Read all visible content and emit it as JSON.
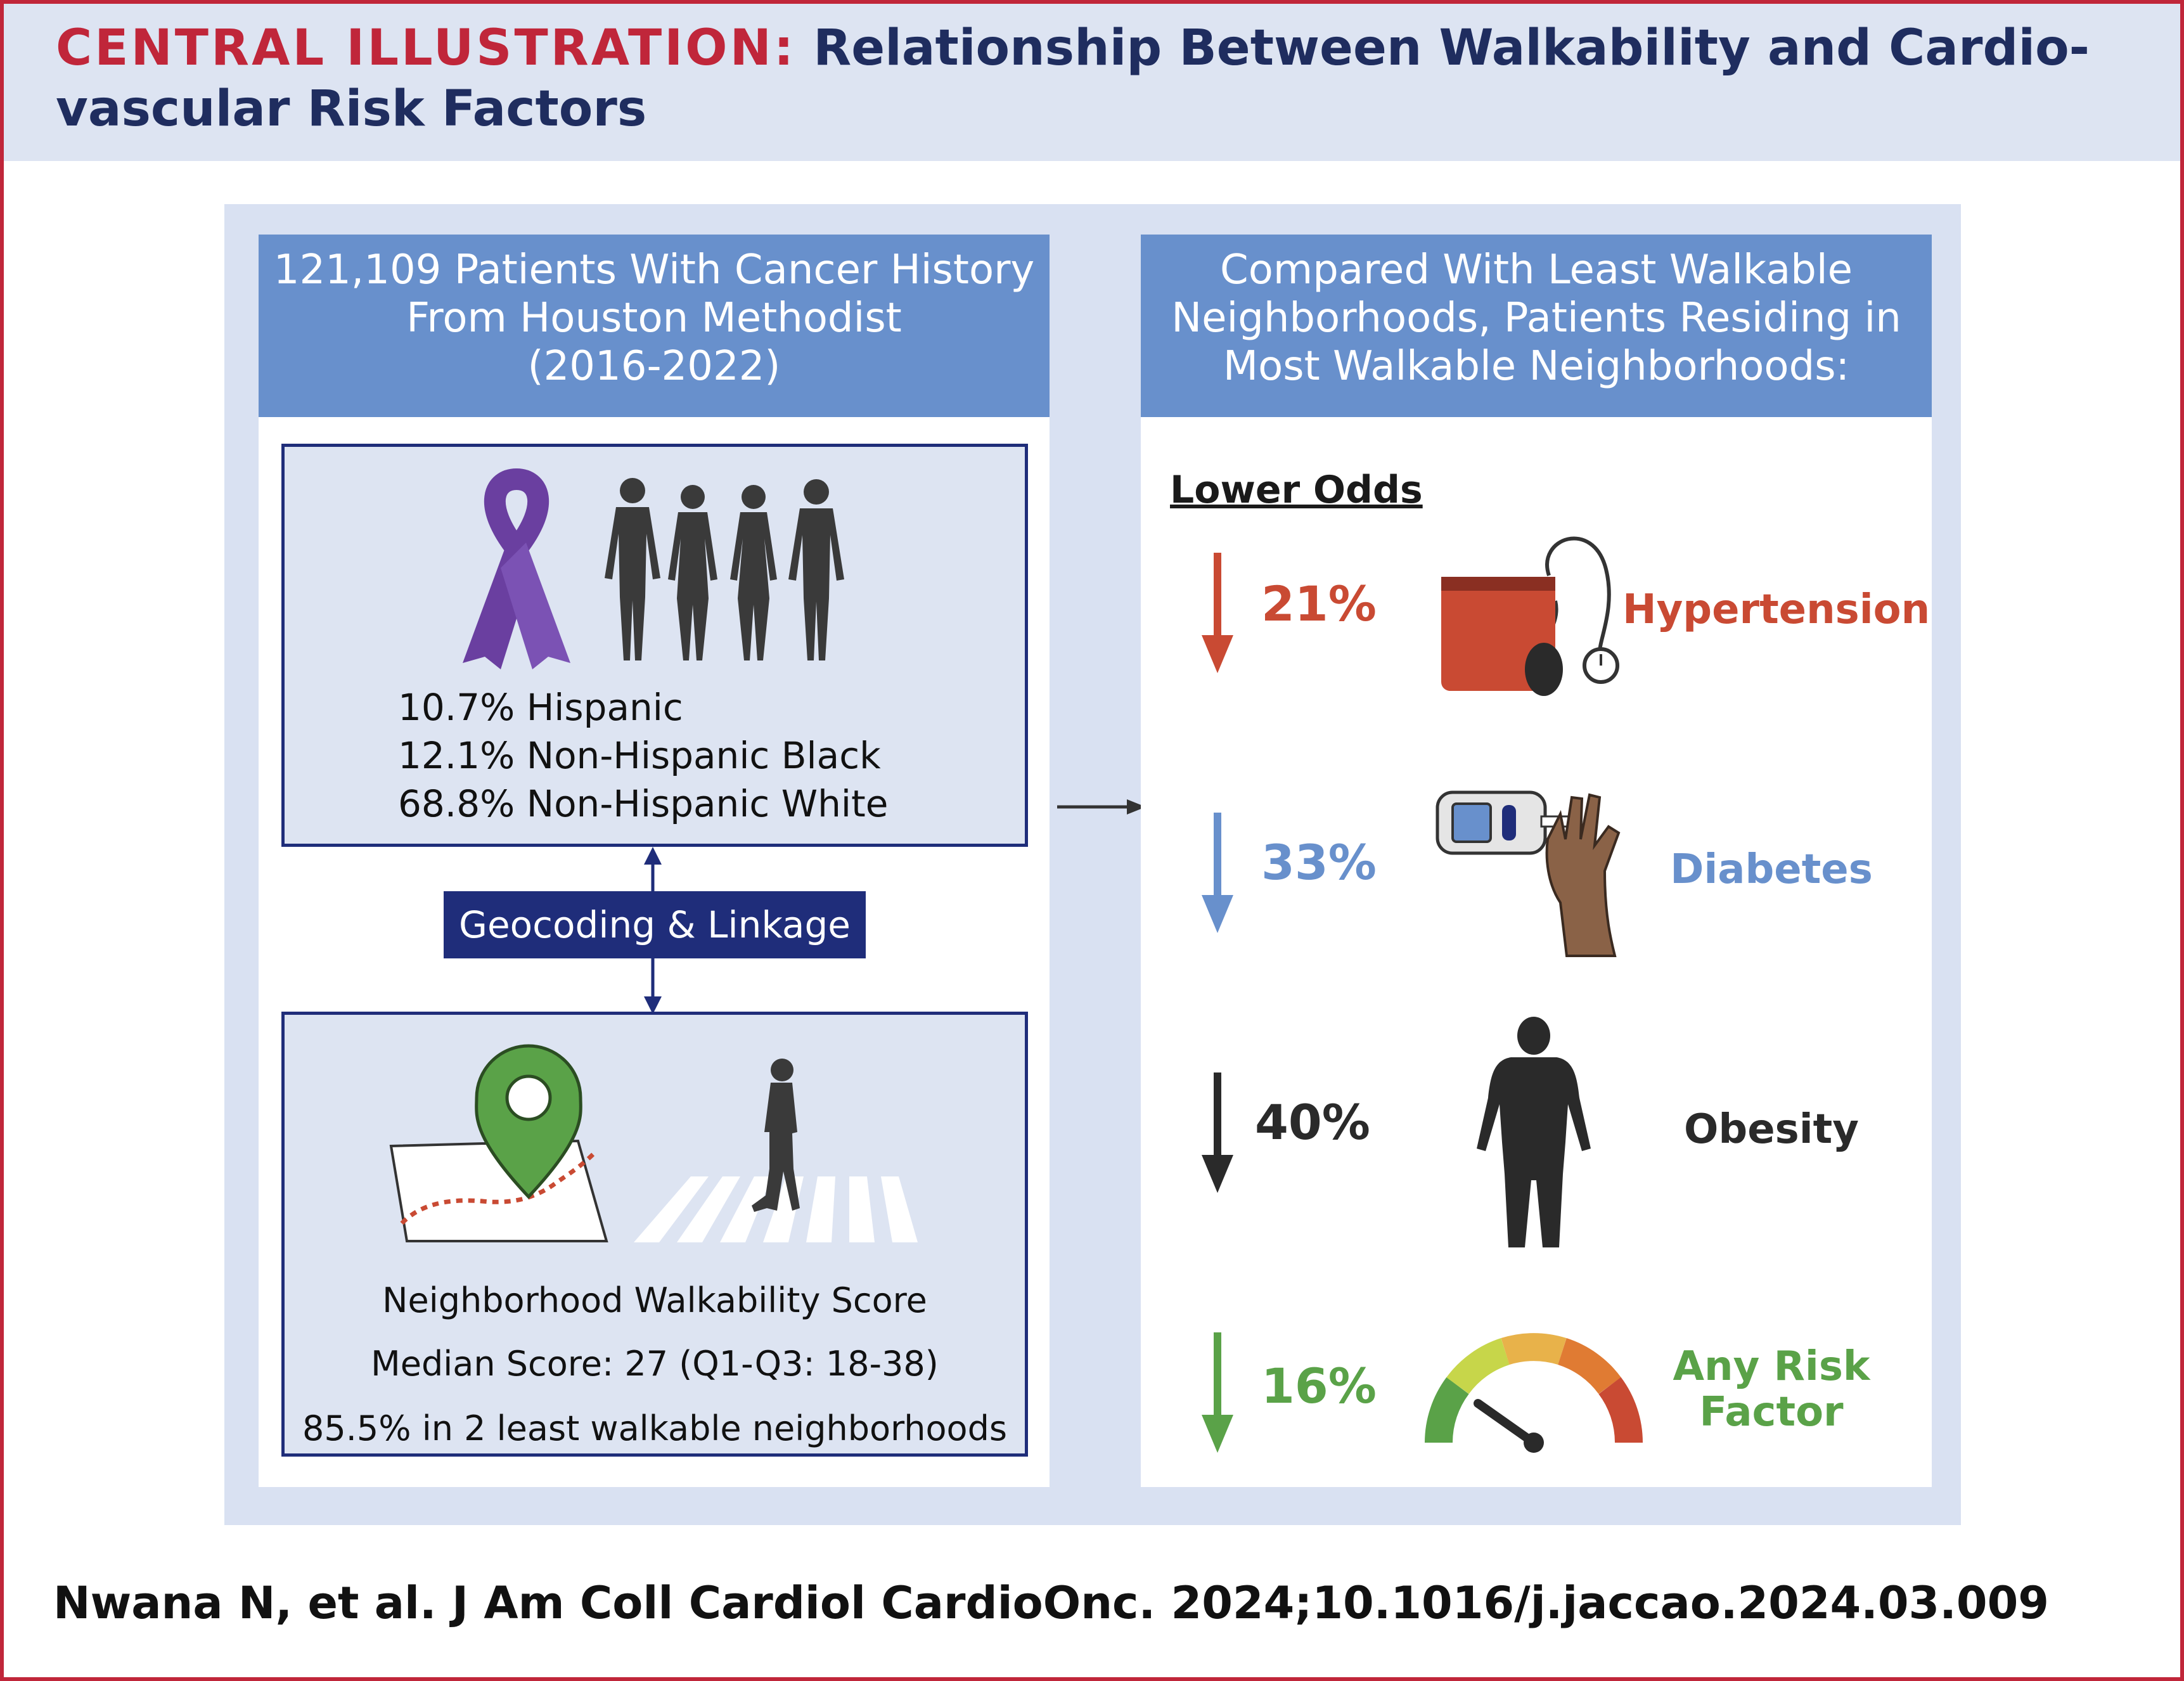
{
  "header": {
    "lead": "CENTRAL ILLUSTRATION:",
    "title": "Relationship Between Walkability and Cardio-vascular Risk Factors",
    "title_line1": "Relationship Between Walkability and Cardio-",
    "title_line2": "vascular Risk Factors"
  },
  "left_panel": {
    "heading": [
      "121,109 Patients With Cancer History",
      "From Houston Methodist",
      "(2016-2022)"
    ],
    "demographics": [
      "10.7% Hispanic",
      "12.1% Non-Hispanic Black",
      "68.8% Non-Hispanic White"
    ],
    "link_label": "Geocoding & Linkage",
    "walkability": {
      "title": "Neighborhood Walkability Score",
      "median": "Median Score: 27 (Q1-Q3: 18-38)",
      "least": "85.5% in 2 least walkable neighborhoods"
    }
  },
  "right_panel": {
    "heading": [
      "Compared With Least Walkable",
      "Neighborhoods, Patients Residing in",
      "Most Walkable Neighborhoods:"
    ],
    "lower_odds": "Lower Odds",
    "outcomes": [
      {
        "pct": "21%",
        "label": "Hypertension",
        "color": "#c94a33",
        "icon": "blood-pressure-cuff-icon"
      },
      {
        "pct": "33%",
        "label": "Diabetes",
        "color": "#6890cc",
        "icon": "glucose-meter-icon"
      },
      {
        "pct": "40%",
        "label": "Obesity",
        "color": "#2a2a2a",
        "icon": "body-silhouette-icon"
      },
      {
        "pct": "16%",
        "label": "Any Risk Factor",
        "label_line1": "Any Risk",
        "label_line2": "Factor",
        "color": "#5aa248",
        "icon": "risk-gauge-icon"
      }
    ]
  },
  "colors": {
    "accent_red": "#c0263a",
    "navy": "#1f2d5f",
    "panel_blue": "#6890cc",
    "light_blue": "#dde4f2"
  },
  "footer": "Nwana N, et al. J Am Coll Cardiol CardioOnc. 2024;10.1016/j.jaccao.2024.03.009"
}
